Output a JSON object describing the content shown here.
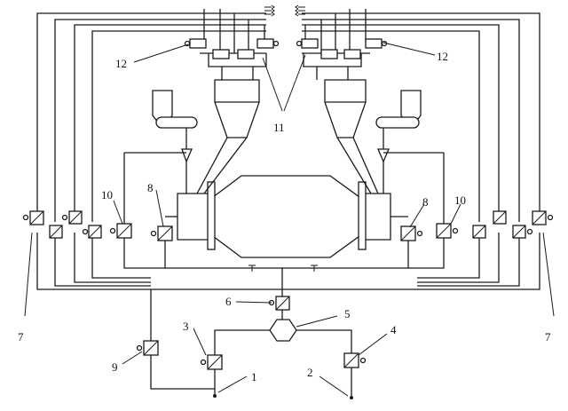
{
  "labels": {
    "l1": "1",
    "l2": "2",
    "l3": "3",
    "l4": "4",
    "l5": "5",
    "l6": "6",
    "l7a": "7",
    "l7b": "7",
    "l8a": "8",
    "l8b": "8",
    "l9": "9",
    "l10a": "10",
    "l10b": "10",
    "l11": "11",
    "l12a": "12",
    "l12b": "12"
  }
}
